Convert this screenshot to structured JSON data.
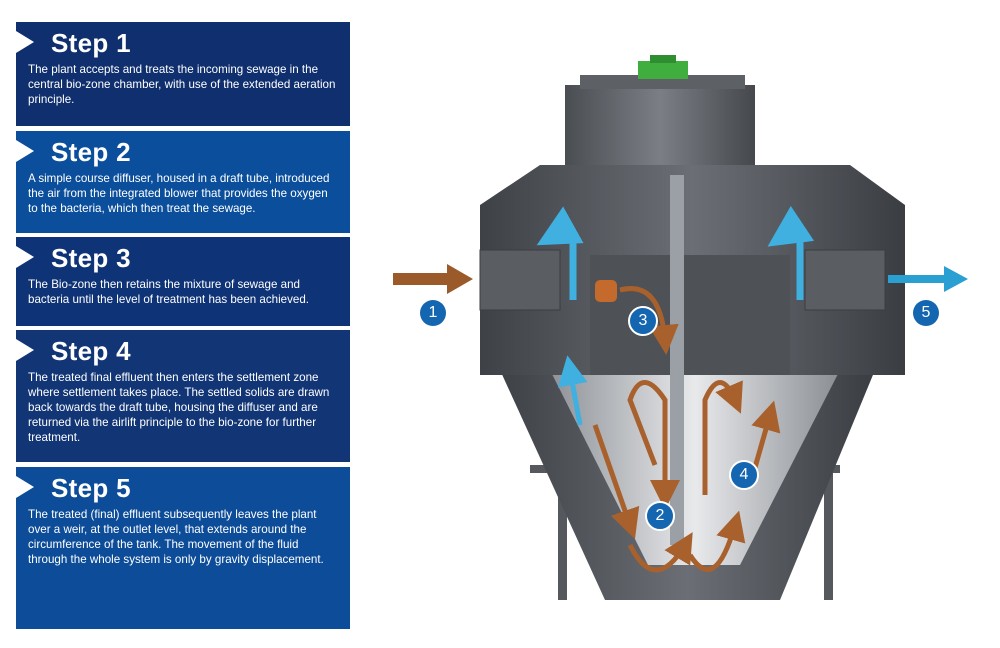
{
  "steps": [
    {
      "title": "Step 1",
      "text": "The plant accepts and treats the incoming sewage in the central bio-zone chamber, with use of the extended aeration principle."
    },
    {
      "title": "Step 2",
      "text": "A simple course diffuser, housed in a draft tube, introduced the air from the integrated blower that provides the oxygen to the bacteria, which then treat the sewage."
    },
    {
      "title": "Step 3",
      "text": "The Bio-zone then retains the mixture of sewage and bacteria until the level of treatment has been achieved."
    },
    {
      "title": "Step 4",
      "text": "The treated final effluent then enters the settlement zone where settlement takes place. The settled solids are drawn back towards the draft tube, housing the diffuser and are returned via the airlift principle to the bio-zone for further treatment."
    },
    {
      "title": "Step 5",
      "text": "The treated (final) effluent subsequently leaves the plant over a weir, at the outlet level, that extends around the circumference of the tank. The movement of the fluid through the whole system is only by gravity displacement."
    }
  ],
  "markers": [
    "1",
    "2",
    "3",
    "4",
    "5"
  ],
  "colors": {
    "inflow": "#9a5a2a",
    "outflow": "#2aa0d2",
    "badge": "#1466b0",
    "panel_dark": "#0f2f6e",
    "panel_light": "#0b4f9c"
  }
}
